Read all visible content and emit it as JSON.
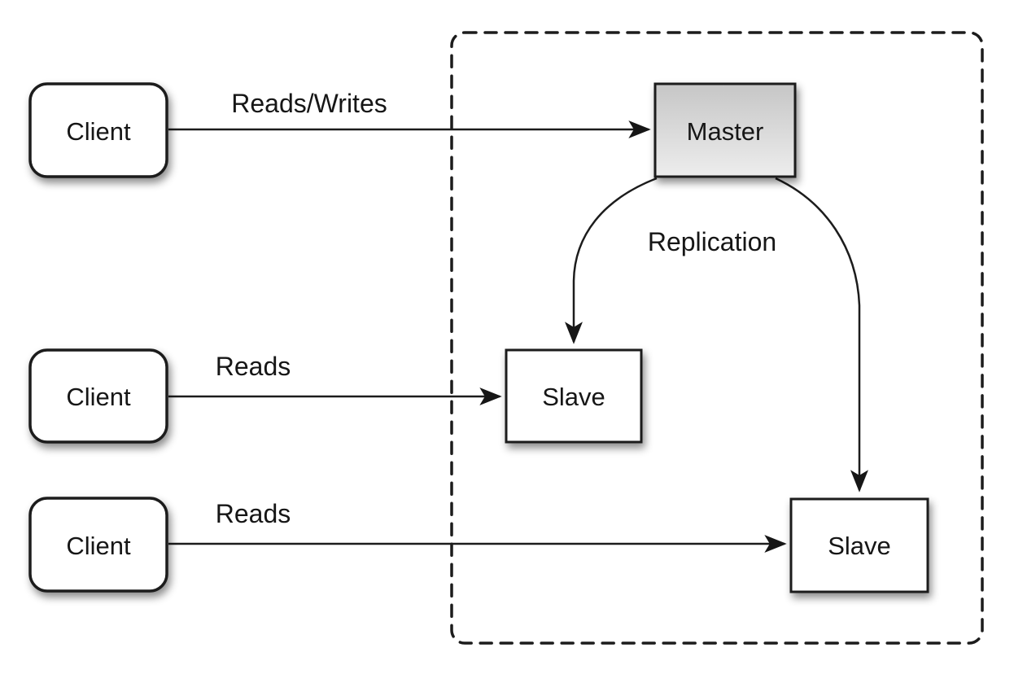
{
  "nodes": {
    "client_top": {
      "label": "Client"
    },
    "client_middle": {
      "label": "Client"
    },
    "client_bottom": {
      "label": "Client"
    },
    "master": {
      "label": "Master"
    },
    "slave_middle": {
      "label": "Slave"
    },
    "slave_bottom": {
      "label": "Slave"
    }
  },
  "edges": {
    "client_top_to_master": {
      "label": "Reads/Writes"
    },
    "client_middle_to_slave": {
      "label": "Reads"
    },
    "client_bottom_to_slave": {
      "label": "Reads"
    },
    "master_to_slaves": {
      "label": "Replication"
    }
  },
  "colors": {
    "background": "#ffffff",
    "line": "#1c1c1c",
    "node_fill": "#ffffff",
    "master_gradient_top": "#c6c6c6",
    "master_gradient_bottom": "#ededed",
    "text": "#161616"
  }
}
